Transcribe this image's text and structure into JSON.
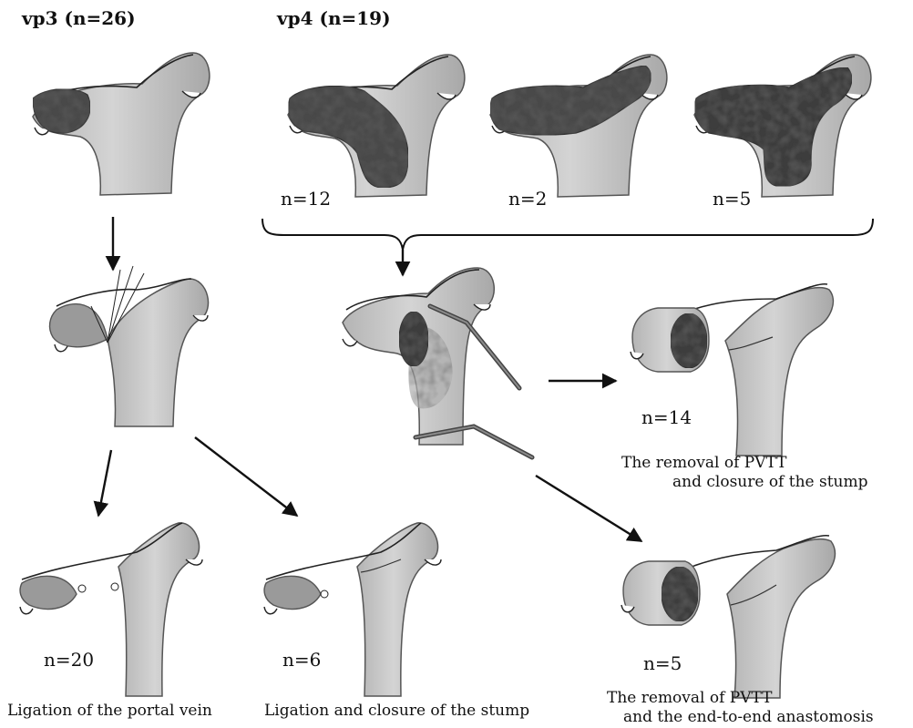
{
  "groups": {
    "vp3": "vp3 (n=26)",
    "vp4": "vp4 (n=19)"
  },
  "counts": {
    "vp4_a": "n=12",
    "vp4_b": "n=2",
    "vp4_c": "n=5",
    "removal_closure": "n=14",
    "ligation": "n=20",
    "ligation_closure": "n=6",
    "removal_anastomosis": "n=5"
  },
  "captions": {
    "removal_closure": [
      "The removal of PVTT",
      "and closure of  the stump"
    ],
    "ligation": "Ligation of the portal vein",
    "ligation_closure": "Ligation and closure of  the stump",
    "removal_anastomosis": [
      "The removal of PVTT",
      "and the end-to-end anastomosis"
    ]
  },
  "colors": {
    "vein": "#c8c8c8",
    "vein_shadow": "#9e9e9e",
    "thrombus": "#3f3f3f",
    "outline": "#555555",
    "arrow": "#111111"
  }
}
